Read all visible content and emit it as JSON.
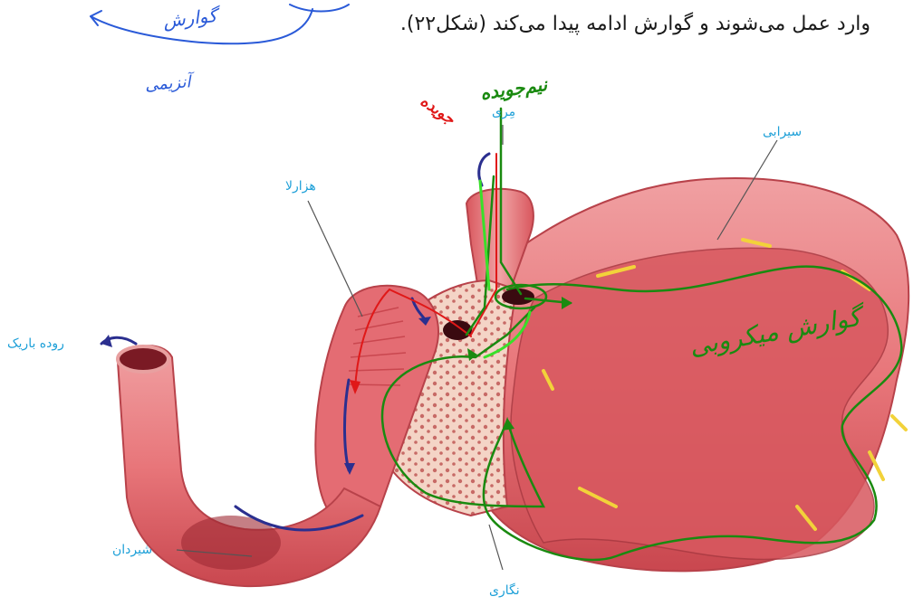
{
  "header": {
    "text": "وارد عمل می‌شوند و گوارش ادامه پیدا می‌کند (شکل۲۲)."
  },
  "diagram": {
    "labels": {
      "esophagus": "مِری",
      "fundus": "سیرابی",
      "omasum": "هزارلا",
      "small_intestine": "روده باریک",
      "abomasum": "شیردان",
      "reticulum": "نگاری"
    },
    "annotations": {
      "blue_top": "گوارش",
      "blue_bottom": "آنزیمی",
      "green_top": "نیم‌جویده",
      "red_top": "جویده",
      "green_center": "گوارش میکروبی"
    }
  },
  "colors": {
    "stomach_fill": "#e8767a",
    "stomach_dark": "#c9474f",
    "reticulum_fill": "#f2c9b8",
    "label_blue": "#1ea0d8",
    "annotation_green": "#1a8a10",
    "annotation_red": "#e01818",
    "annotation_blue": "#2a5ad8",
    "flow_arrow_blue": "#2b2f8f",
    "fold_yellow": "#f2d23a"
  }
}
